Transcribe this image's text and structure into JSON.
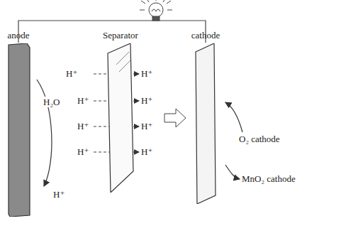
{
  "diagram": {
    "nodes": [
      {
        "text": [
          "anode"
        ]
      },
      {
        "text": [
          "Separator"
        ]
      },
      {
        "text": [
          "cathode"
        ]
      }
    ],
    "edges": [
      {
        "from": 0,
        "to": 2,
        "arrow": "none"
      }
    ],
    "labels": [
      "H₂O",
      "H⁺",
      "H⁺",
      "H⁺",
      "H⁺",
      "H⁺",
      "H⁺",
      "H⁺",
      "H⁺",
      "H⁺",
      "O₂ cathode",
      "MnO₂ cathode"
    ]
  }
}
